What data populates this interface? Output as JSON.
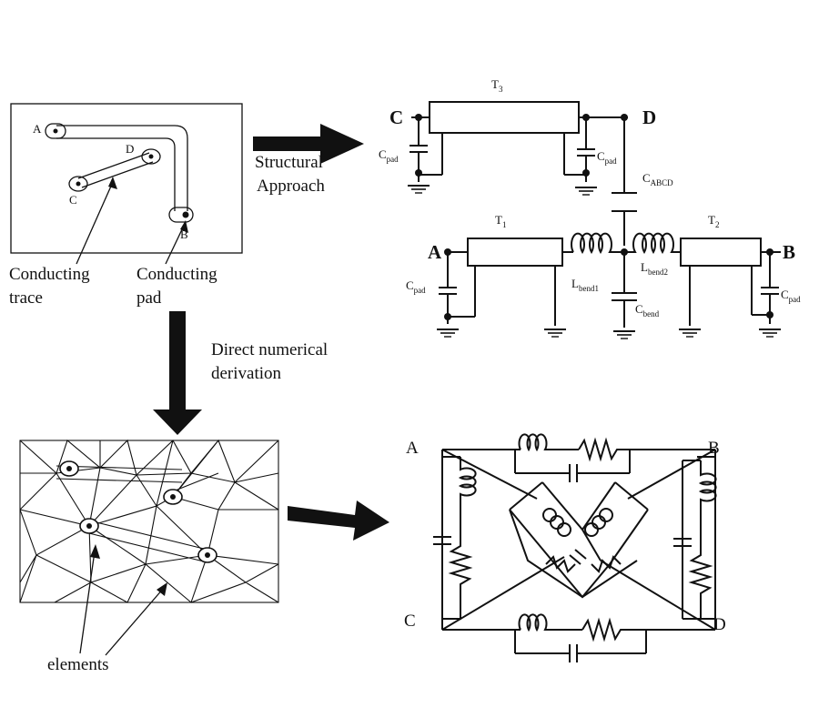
{
  "layout_panel": {
    "node_a": "A",
    "node_b": "B",
    "node_c": "C",
    "node_d": "D",
    "label_trace_1": "Conducting",
    "label_trace_2": "trace",
    "label_pad_1": "Conducting",
    "label_pad_2": "pad"
  },
  "structural_arrow": {
    "line1": "Structural",
    "line2": "Approach"
  },
  "circuit_top": {
    "t3": "T",
    "t3_sub": "3",
    "node_c": "C",
    "node_d": "D",
    "cpad": "C",
    "cpad_sub": "pad",
    "cabcd": "C",
    "cabcd_sub": "ABCD"
  },
  "circuit_bottom": {
    "t1": "T",
    "t1_sub": "1",
    "t2": "T",
    "t2_sub": "2",
    "node_a": "A",
    "node_b": "B",
    "cpad": "C",
    "cpad_sub": "pad",
    "lbend1": "L",
    "lbend1_sub": "bend1",
    "lbend2": "L",
    "lbend2_sub": "bend2",
    "cbend": "C",
    "cbend_sub": "bend"
  },
  "numerical_arrow": {
    "line1": "Direct numerical",
    "line2": "derivation"
  },
  "mesh_panel": {
    "label": "elements"
  },
  "network_panel": {
    "node_a": "A",
    "node_b": "B",
    "node_c": "C",
    "node_d": "D"
  }
}
